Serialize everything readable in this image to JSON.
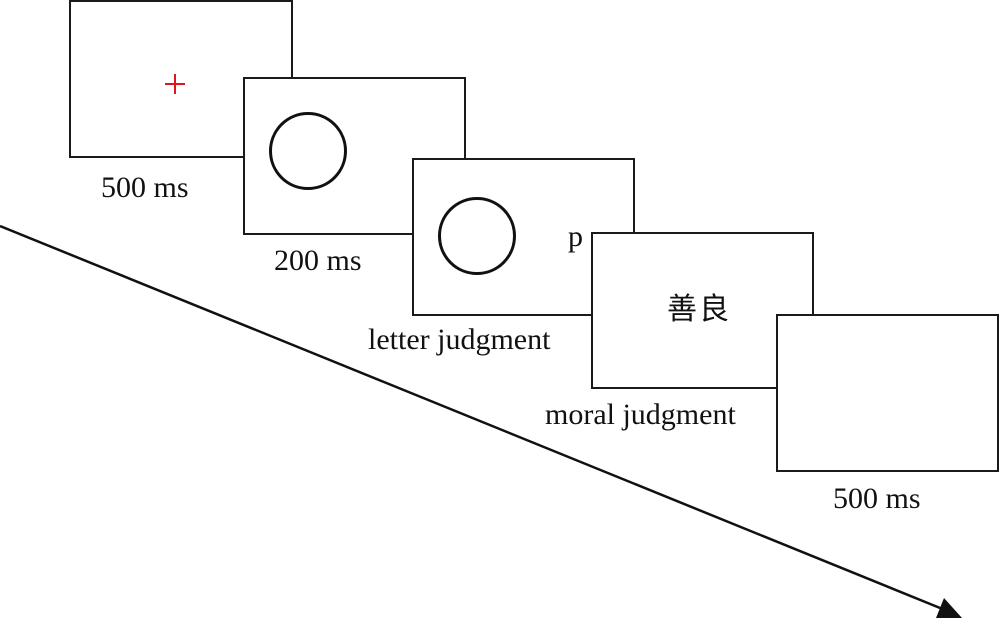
{
  "diagram": {
    "title": "Trial sequence",
    "colors": {
      "fixation_cross": "#e0141e",
      "stroke": "#1a1a1a"
    },
    "frames": [
      {
        "id": "fixation",
        "content": "fixation-cross",
        "label": "500 ms"
      },
      {
        "id": "cue",
        "content": "circle",
        "label": "200 ms"
      },
      {
        "id": "letter",
        "content": "circle",
        "letter": "p",
        "label": "letter judgment"
      },
      {
        "id": "moral",
        "content": "word",
        "word": "善良",
        "label": "moral judgment"
      },
      {
        "id": "blank",
        "content": "blank",
        "label": "500 ms"
      }
    ],
    "time_arrow": {
      "direction": "down-right",
      "meaning": "time"
    }
  }
}
